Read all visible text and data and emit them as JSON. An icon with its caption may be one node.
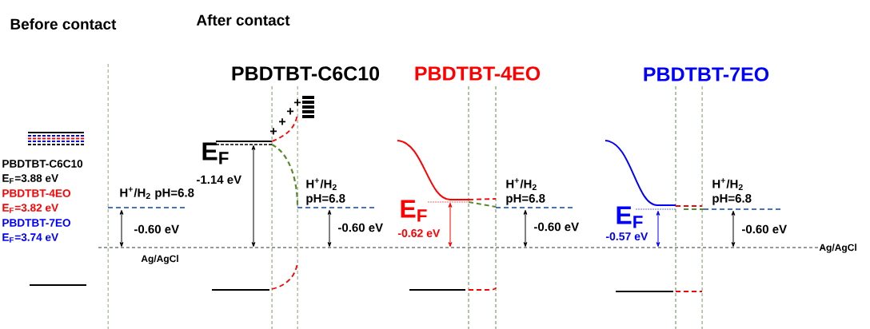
{
  "diagram": {
    "labels": [
      "Before contact",
      "After contact",
      "PBDTBT-C6C10",
      "PBDTBT-4EO",
      "PBDTBT-7EO",
      "+",
      "+",
      "+",
      "+",
      "PBDTBT-C6C10",
      "E$_{F}$=3.88 eV",
      "PBDTBT-4EO",
      "E$_{F}$=3.82 eV",
      "PBDTBT-7EO",
      "E$_{F}$=3.74 eV",
      "E$_{F}$",
      "-1.14 eV",
      "H$^{+}$/H$_{2}$ pH=6.8",
      "H$^{+}$/H$_{2}$ pH=6.8",
      "-0.60 eV",
      "-0.60 eV",
      "Ag/AgCl",
      "E$_{F}$",
      "-0.62 eV",
      "H$^{+}$/H$_{2}$ pH=6.8",
      "-0.60 eV",
      "E$_{F}$",
      "-0.57 eV",
      "H$^{+}$/H$_{2}$ pH=6.8",
      "-0.60 eV",
      "Ag/AgCl"
    ]
  }
}
